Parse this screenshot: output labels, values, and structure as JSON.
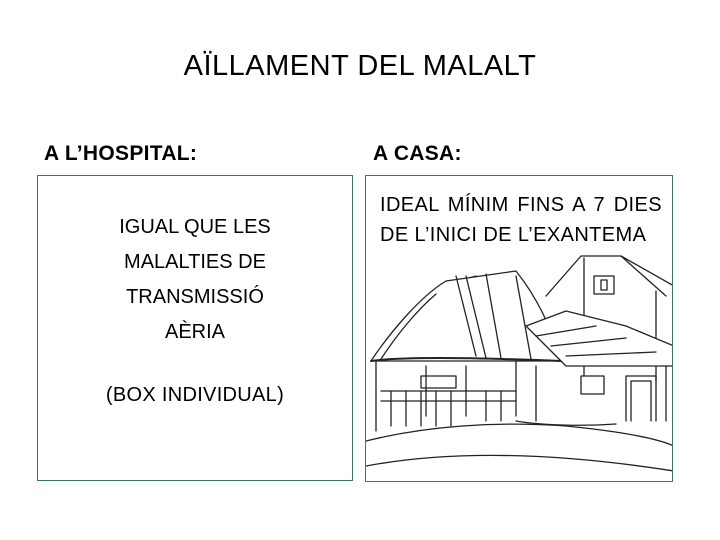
{
  "slide": {
    "title": "AÏLLAMENT DEL MALALT",
    "left": {
      "heading": "A L’HOSPITAL:",
      "main_text": "IGUAL QUE LES MALALTIES DE TRANSMISSIÓ AÈRIA",
      "main_lines": [
        "IGUAL QUE LES",
        "MALALTIES DE",
        "TRANSMISSIÓ",
        "AÈRIA"
      ],
      "sub_text": "(BOX INDIVIDUAL)"
    },
    "right": {
      "heading": "A CASA:",
      "text": "IDEAL MÍNIM FINS A 7 DIES DE L’INICI DE L’EXANTEMA",
      "illustration": "village-houses-sketch"
    }
  }
}
